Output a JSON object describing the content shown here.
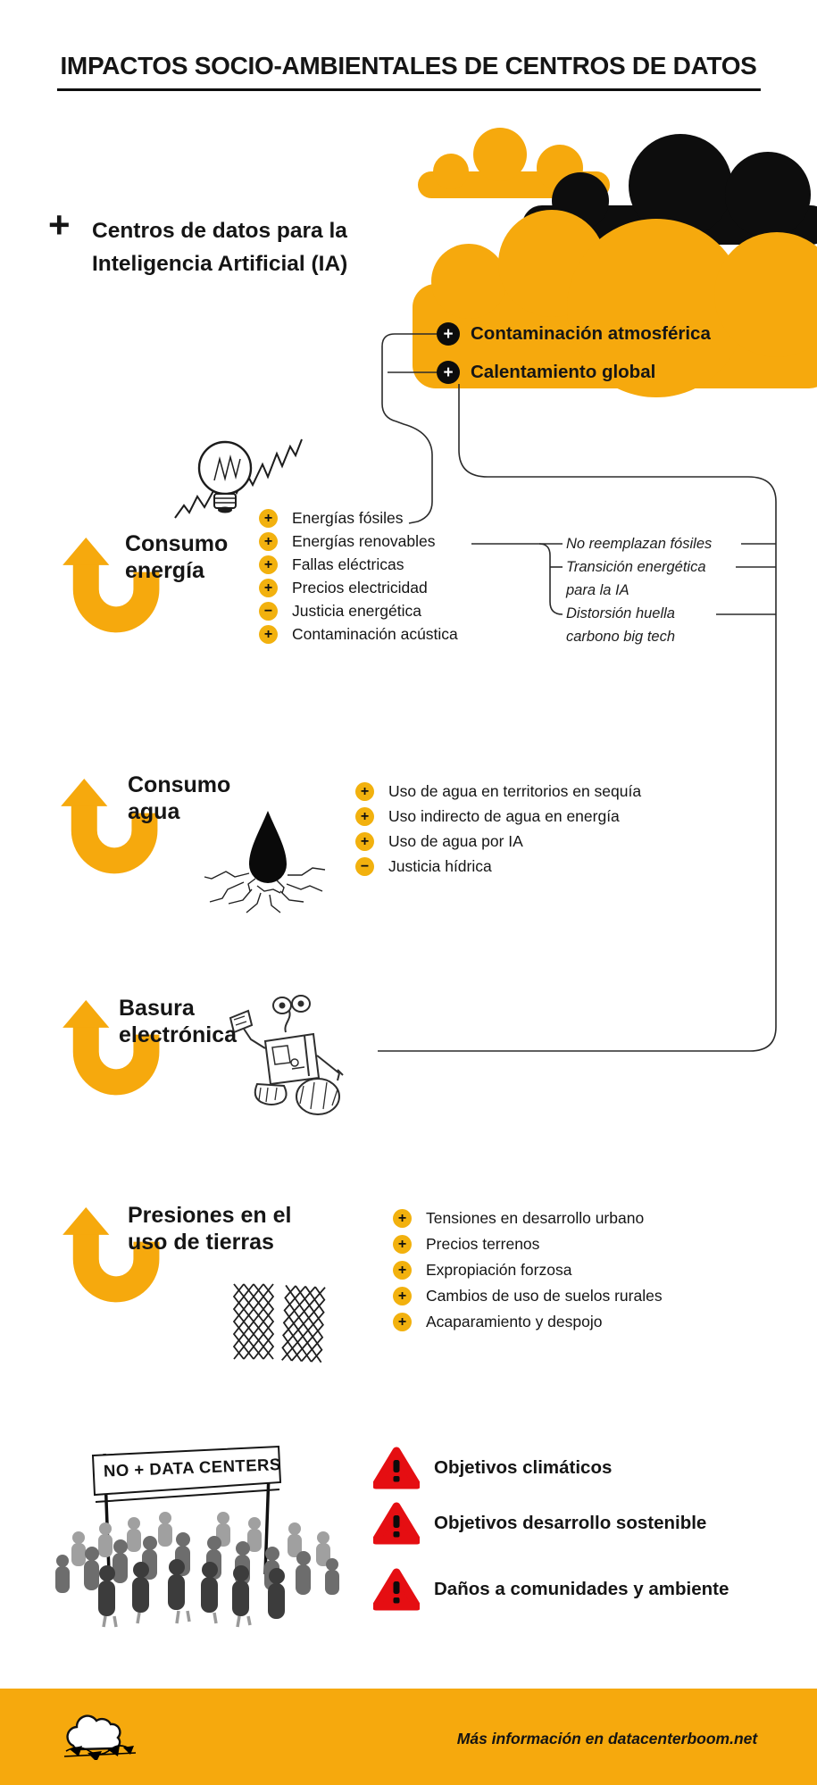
{
  "title": "IMPACTOS SOCIO-AMBIENTALES DE CENTROS DE DATOS",
  "intro": {
    "marker": "+",
    "heading": "Centros de datos para la Inteligencia Artificial (IA)"
  },
  "cloud_impacts": {
    "items": [
      {
        "sign": "+",
        "label": "Contaminación atmosférica"
      },
      {
        "sign": "+",
        "label": "Calentamiento global"
      }
    ]
  },
  "sections": {
    "energy": {
      "title": "Consumo energía",
      "items": [
        {
          "sign": "+",
          "label": "Energías fósiles"
        },
        {
          "sign": "+",
          "label": "Energías renovables"
        },
        {
          "sign": "+",
          "label": "Fallas eléctricas"
        },
        {
          "sign": "+",
          "label": "Precios electricidad"
        },
        {
          "sign": "−",
          "label": "Justicia energética"
        },
        {
          "sign": "+",
          "label": "Contaminación acústica"
        }
      ],
      "notes": [
        "No reemplazan fósiles",
        "Transición energética para la IA",
        "Distorsión huella carbono big tech"
      ]
    },
    "water": {
      "title": "Consumo agua",
      "items": [
        {
          "sign": "+",
          "label": "Uso de agua en territorios en sequía"
        },
        {
          "sign": "+",
          "label": "Uso indirecto de agua en energía"
        },
        {
          "sign": "+",
          "label": "Uso de agua por IA"
        },
        {
          "sign": "−",
          "label": "Justicia hídrica"
        }
      ]
    },
    "ewaste": {
      "title": "Basura electrónica"
    },
    "land": {
      "title": "Presiones en el uso de tierras",
      "items": [
        {
          "sign": "+",
          "label": "Tensiones en desarrollo urbano"
        },
        {
          "sign": "+",
          "label": "Precios terrenos"
        },
        {
          "sign": "+",
          "label": "Expropiación forzosa"
        },
        {
          "sign": "+",
          "label": "Cambios de uso de suelos rurales"
        },
        {
          "sign": "+",
          "label": "Acaparamiento y despojo"
        }
      ]
    }
  },
  "protest": {
    "banner": "NO + DATA CENTERS"
  },
  "warnings": [
    {
      "label": "Objetivos climáticos"
    },
    {
      "label": "Objetivos desarrollo sostenible"
    },
    {
      "label": "Daños a comunidades y ambiente"
    }
  ],
  "footer": {
    "text": "Más información en datacenterboom.net"
  },
  "icons": {
    "impact_marker": "plus-in-black-circle",
    "bullet_plus": "plus-in-yellow-circle",
    "bullet_minus": "minus-in-yellow-circle",
    "section_marker": "u-turn-arrow",
    "warning": "warning-triangle"
  },
  "colors": {
    "yellow": "#F6A90D",
    "bullet_yellow": "#F2B10E",
    "red": "#E50E12",
    "ink": "#151515"
  }
}
